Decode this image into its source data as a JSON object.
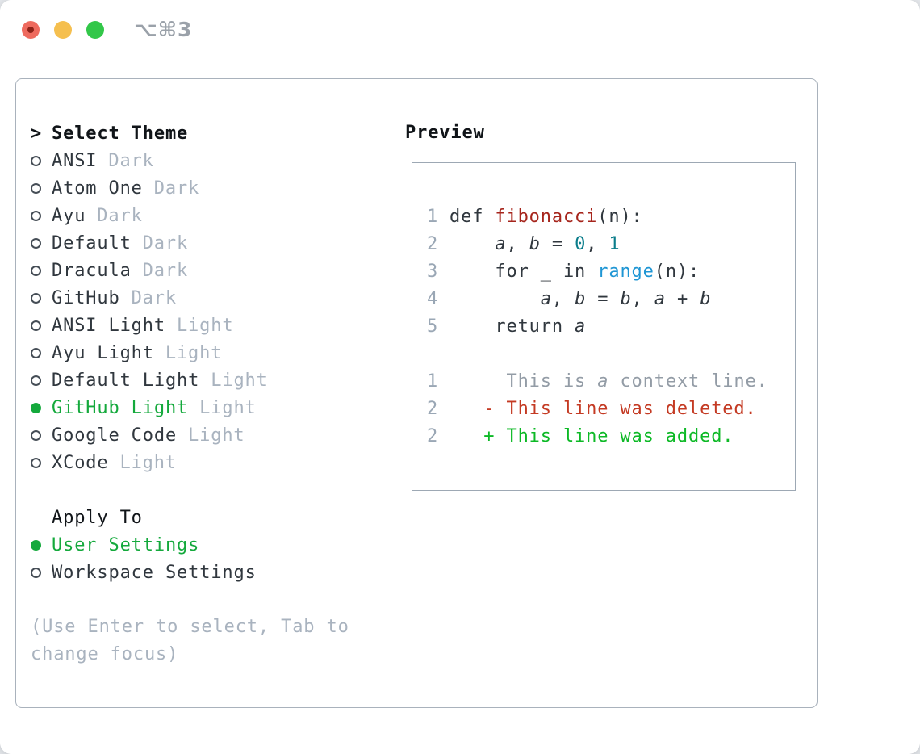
{
  "window": {
    "title": "⌥⌘3"
  },
  "traffic_lights": [
    {
      "name": "close"
    },
    {
      "name": "minimize"
    },
    {
      "name": "zoom"
    }
  ],
  "theme_panel": {
    "header_cursor": ">",
    "header_label": "Select Theme",
    "themes": [
      {
        "name": "ANSI",
        "tag": "Dark",
        "selected": false
      },
      {
        "name": "Atom One",
        "tag": "Dark",
        "selected": false
      },
      {
        "name": "Ayu",
        "tag": "Dark",
        "selected": false
      },
      {
        "name": "Default",
        "tag": "Dark",
        "selected": false
      },
      {
        "name": "Dracula",
        "tag": "Dark",
        "selected": false
      },
      {
        "name": "GitHub",
        "tag": "Dark",
        "selected": false
      },
      {
        "name": "ANSI Light",
        "tag": "Light",
        "selected": false
      },
      {
        "name": "Ayu Light",
        "tag": "Light",
        "selected": false
      },
      {
        "name": "Default Light",
        "tag": "Light",
        "selected": false
      },
      {
        "name": "GitHub Light",
        "tag": "Light",
        "selected": true
      },
      {
        "name": "Google Code",
        "tag": "Light",
        "selected": false
      },
      {
        "name": "XCode",
        "tag": "Light",
        "selected": false
      }
    ],
    "apply_to_label": "Apply To",
    "apply_options": [
      {
        "name": "User Settings",
        "selected": true
      },
      {
        "name": "Workspace Settings",
        "selected": false
      }
    ],
    "help_lines": [
      "(Use Enter to select, Tab to",
      "change focus)"
    ]
  },
  "preview": {
    "label": "Preview",
    "lines": [
      {
        "num": "1",
        "tokens": [
          [
            "def ",
            "t"
          ],
          [
            "fibonacci",
            "red"
          ],
          [
            "(n):",
            "t"
          ]
        ]
      },
      {
        "num": "2",
        "tokens": [
          [
            "    ",
            "t"
          ],
          [
            "a",
            "v"
          ],
          [
            ", ",
            "t"
          ],
          [
            "b",
            "v"
          ],
          [
            " = ",
            "t"
          ],
          [
            "0",
            "teal"
          ],
          [
            ", ",
            "t"
          ],
          [
            "1",
            "teal"
          ]
        ]
      },
      {
        "num": "3",
        "tokens": [
          [
            "    for _ in ",
            "t"
          ],
          [
            "range",
            "blue"
          ],
          [
            "(n):",
            "t"
          ]
        ]
      },
      {
        "num": "4",
        "tokens": [
          [
            "        ",
            "t"
          ],
          [
            "a",
            "v"
          ],
          [
            ", ",
            "t"
          ],
          [
            "b",
            "v"
          ],
          [
            " = ",
            "t"
          ],
          [
            "b",
            "v"
          ],
          [
            ", ",
            "t"
          ],
          [
            "a",
            "v"
          ],
          [
            " + ",
            "t"
          ],
          [
            "b",
            "v"
          ]
        ]
      },
      {
        "num": "5",
        "tokens": [
          [
            "    return ",
            "t"
          ],
          [
            "a",
            "v"
          ]
        ]
      },
      {
        "num": "",
        "tokens": []
      },
      {
        "num": "1",
        "tokens": [
          [
            "     This is ",
            "ctx"
          ],
          [
            "a",
            "ctxi"
          ],
          [
            " context line.",
            "ctx"
          ]
        ]
      },
      {
        "num": "2",
        "tokens": [
          [
            "   - This line was deleted.",
            "del"
          ]
        ]
      },
      {
        "num": "2",
        "tokens": [
          [
            "   + This line was added.",
            "add"
          ]
        ]
      }
    ]
  },
  "colors": {
    "accent_green": "#14a93c",
    "diff_added_green": "#0db926",
    "diff_deleted_red": "#c43a23",
    "function_red": "#a6251c",
    "number_teal": "#0b7d8b",
    "call_blue": "#1f96d4",
    "muted_gray": "#a9b3bf",
    "panel_border": "#a9b2bc"
  }
}
